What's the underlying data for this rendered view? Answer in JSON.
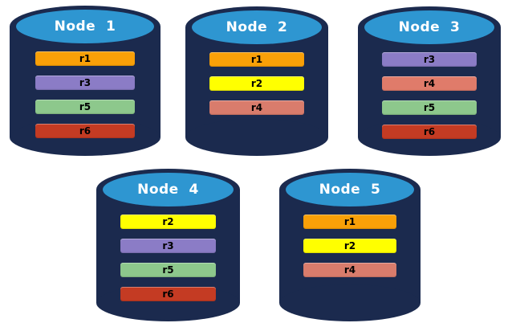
{
  "colors": {
    "background": "#FFFFFF",
    "cylinder_body": "#1B2A4E",
    "cylinder_top": "#2E96D1",
    "node_title_text": "#FFFFFF",
    "replica_label_text": "#000000"
  },
  "nodes": [
    {
      "title": "Node  1",
      "replicas": [
        {
          "label": "r1",
          "color": "#F9A008"
        },
        {
          "label": "r3",
          "color": "#8B7CC6"
        },
        {
          "label": "r5",
          "color": "#8DC88C"
        },
        {
          "label": "r6",
          "color": "#C43B23"
        }
      ]
    },
    {
      "title": "Node  2",
      "replicas": [
        {
          "label": "r1",
          "color": "#F9A008"
        },
        {
          "label": "r2",
          "color": "#FFFF00"
        },
        {
          "label": "r4",
          "color": "#D97C6C"
        }
      ]
    },
    {
      "title": "Node  3",
      "replicas": [
        {
          "label": "r3",
          "color": "#8B7CC6"
        },
        {
          "label": "r4",
          "color": "#E07B6A"
        },
        {
          "label": "r5",
          "color": "#8DC88C"
        },
        {
          "label": "r6",
          "color": "#C43B23"
        }
      ]
    },
    {
      "title": "Node  4",
      "replicas": [
        {
          "label": "r2",
          "color": "#FFFF00"
        },
        {
          "label": "r3",
          "color": "#8B7CC6"
        },
        {
          "label": "r5",
          "color": "#8DC88C"
        },
        {
          "label": "r6",
          "color": "#C43B23"
        }
      ]
    },
    {
      "title": "Node  5",
      "replicas": [
        {
          "label": "r1",
          "color": "#F9A008"
        },
        {
          "label": "r2",
          "color": "#FFFF00"
        },
        {
          "label": "r4",
          "color": "#D97C6C"
        }
      ]
    }
  ]
}
